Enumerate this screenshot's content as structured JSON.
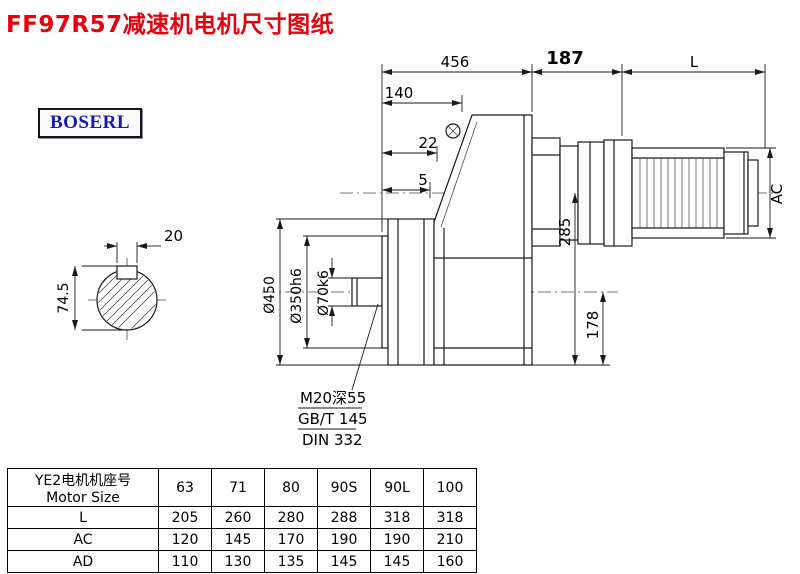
{
  "page": {
    "title": "FF97R57减速机电机尺寸图纸",
    "brand": "BOSERL"
  },
  "colors": {
    "title_red": "#e8000d",
    "brand_blue": "#1717b5"
  },
  "drawing": {
    "dim_456": "456",
    "dim_187": "187",
    "dim_L": "L",
    "dim_140": "140",
    "dim_22": "22",
    "dim_5": "5",
    "dim_285": "285",
    "dim_178": "178",
    "dim_AC": "AC",
    "dia_flange": "Ø450",
    "dia_spigot": "Ø350h6",
    "dia_shaft": "Ø70k6",
    "key_width": "20",
    "shaft_key_height": "74.5",
    "thread_note": "M20深55",
    "thread_std": "GB/T 145",
    "center_hole_std": "DIN 332"
  },
  "table": {
    "header": {
      "line1": "YE2电机机座号",
      "line2": "Motor Size"
    },
    "sizes": [
      "63",
      "71",
      "80",
      "90S",
      "90L",
      "100"
    ],
    "rows": [
      {
        "label": "L",
        "values": [
          "205",
          "260",
          "280",
          "288",
          "318",
          "318"
        ]
      },
      {
        "label": "AC",
        "values": [
          "120",
          "145",
          "170",
          "190",
          "190",
          "210"
        ]
      },
      {
        "label": "AD",
        "values": [
          "110",
          "130",
          "135",
          "145",
          "145",
          "160"
        ]
      }
    ]
  }
}
